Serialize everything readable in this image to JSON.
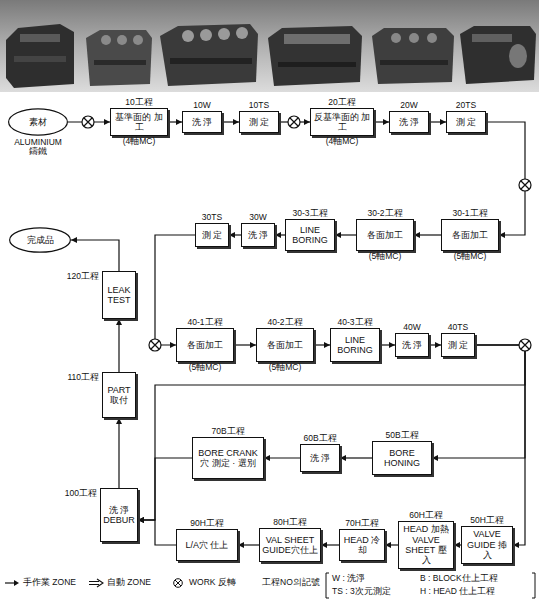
{
  "diagram": {
    "nodes": [
      {
        "text": [
          "素材",
          "ALUMINIUM",
          "鑄鐵"
        ]
      },
      {
        "text": [
          "10工程",
          "基準面的 加工",
          "(4軸MC)"
        ]
      },
      {
        "text": [
          "10W",
          "洗 淨"
        ]
      },
      {
        "text": [
          "10TS",
          "測 定"
        ]
      },
      {
        "text": [
          "20工程",
          "反基準面的 加工",
          "(4軸MC)"
        ]
      },
      {
        "text": [
          "20W",
          "洗 淨"
        ]
      },
      {
        "text": [
          "20TS",
          "測 定"
        ]
      },
      {
        "text": [
          "完成品"
        ]
      },
      {
        "text": [
          "30TS",
          "測 定"
        ]
      },
      {
        "text": [
          "30W",
          "洗 淨"
        ]
      },
      {
        "text": [
          "30-3工程",
          "LINE BORING"
        ]
      },
      {
        "text": [
          "30-2工程",
          "各面加工",
          "(5軸MC)"
        ]
      },
      {
        "text": [
          "30-1工程",
          "各面加工",
          "(5軸MC)"
        ]
      },
      {
        "text": [
          "120工程",
          "LEAK TEST"
        ]
      },
      {
        "text": [
          "40-1工程",
          "各面加工",
          "(5軸MC)"
        ]
      },
      {
        "text": [
          "40-2工程",
          "各面加工",
          "(5軸MC)"
        ]
      },
      {
        "text": [
          "40-3工程",
          "LINE BORING"
        ]
      },
      {
        "text": [
          "40W",
          "洗 淨"
        ]
      },
      {
        "text": [
          "40TS",
          "測 定"
        ]
      },
      {
        "text": [
          "110工程",
          "PART 取付"
        ]
      },
      {
        "text": [
          "70B工程",
          "BORE CRANK 穴 測定 · 選別"
        ]
      },
      {
        "text": [
          "60B工程",
          "洗 淨"
        ]
      },
      {
        "text": [
          "50B工程",
          "BORE HONING"
        ]
      },
      {
        "text": [
          "100工程",
          "洗 淨 DEBUR"
        ]
      },
      {
        "text": [
          "90H工程",
          "L/A穴 仕上"
        ]
      },
      {
        "text": [
          "80H工程",
          "VAL SHEET GUIDE穴仕上"
        ]
      },
      {
        "text": [
          "70H工程",
          "HEAD 冷 却"
        ]
      },
      {
        "text": [
          "60H工程",
          "HEAD 加熱 VALVE SHEET 壓入"
        ]
      },
      {
        "text": [
          "50H工程",
          "VALVE GUIDE 揷入"
        ]
      }
    ],
    "edges": [
      {
        "from": 0,
        "to": 1,
        "arrow": "to"
      },
      {
        "from": 1,
        "to": 2,
        "arrow": "to"
      },
      {
        "from": 2,
        "to": 3,
        "arrow": "to"
      },
      {
        "from": 3,
        "to": 4,
        "arrow": "to"
      },
      {
        "from": 4,
        "to": 5,
        "arrow": "to"
      },
      {
        "from": 5,
        "to": 6,
        "arrow": "to"
      },
      {
        "from": 6,
        "to": 12,
        "arrow": "to"
      },
      {
        "from": 12,
        "to": 11,
        "arrow": "to"
      },
      {
        "from": 11,
        "to": 10,
        "arrow": "to"
      },
      {
        "from": 10,
        "to": 9,
        "arrow": "to"
      },
      {
        "from": 9,
        "to": 8,
        "arrow": "to"
      },
      {
        "from": 8,
        "to": 14,
        "arrow": "to"
      },
      {
        "from": 14,
        "to": 15,
        "arrow": "to"
      },
      {
        "from": 15,
        "to": 16,
        "arrow": "to"
      },
      {
        "from": 16,
        "to": 17,
        "arrow": "to"
      },
      {
        "from": 17,
        "to": 18,
        "arrow": "to"
      },
      {
        "from": 18,
        "to": 22,
        "arrow": "to"
      },
      {
        "from": 18,
        "to": 28,
        "arrow": "to"
      },
      {
        "from": 18,
        "to": 23,
        "arrow": "to"
      },
      {
        "from": 22,
        "to": 21,
        "arrow": "to"
      },
      {
        "from": 21,
        "to": 20,
        "arrow": "to"
      },
      {
        "from": 20,
        "to": 23,
        "arrow": "to"
      },
      {
        "from": 28,
        "to": 27,
        "arrow": "to"
      },
      {
        "from": 27,
        "to": 26,
        "arrow": "to"
      },
      {
        "from": 26,
        "to": 25,
        "arrow": "to"
      },
      {
        "from": 25,
        "to": 24,
        "arrow": "to"
      },
      {
        "from": 24,
        "to": 23,
        "arrow": "to"
      },
      {
        "from": 23,
        "to": 19,
        "arrow": "to"
      },
      {
        "from": 19,
        "to": 13,
        "arrow": "to"
      },
      {
        "from": 13,
        "to": 7,
        "arrow": "to"
      }
    ],
    "labels": [
      "工程NO의記號",
      "W : 洗淨",
      "B : BLOCK仕上工程",
      "TS : 3次元測定",
      "H : HEAD 仕上工程"
    ],
    "legend": [
      {
        "text": "手作業 ZONE"
      },
      {
        "text": "自動 ZONE"
      },
      {
        "text": "WORK 反轉"
      }
    ]
  }
}
